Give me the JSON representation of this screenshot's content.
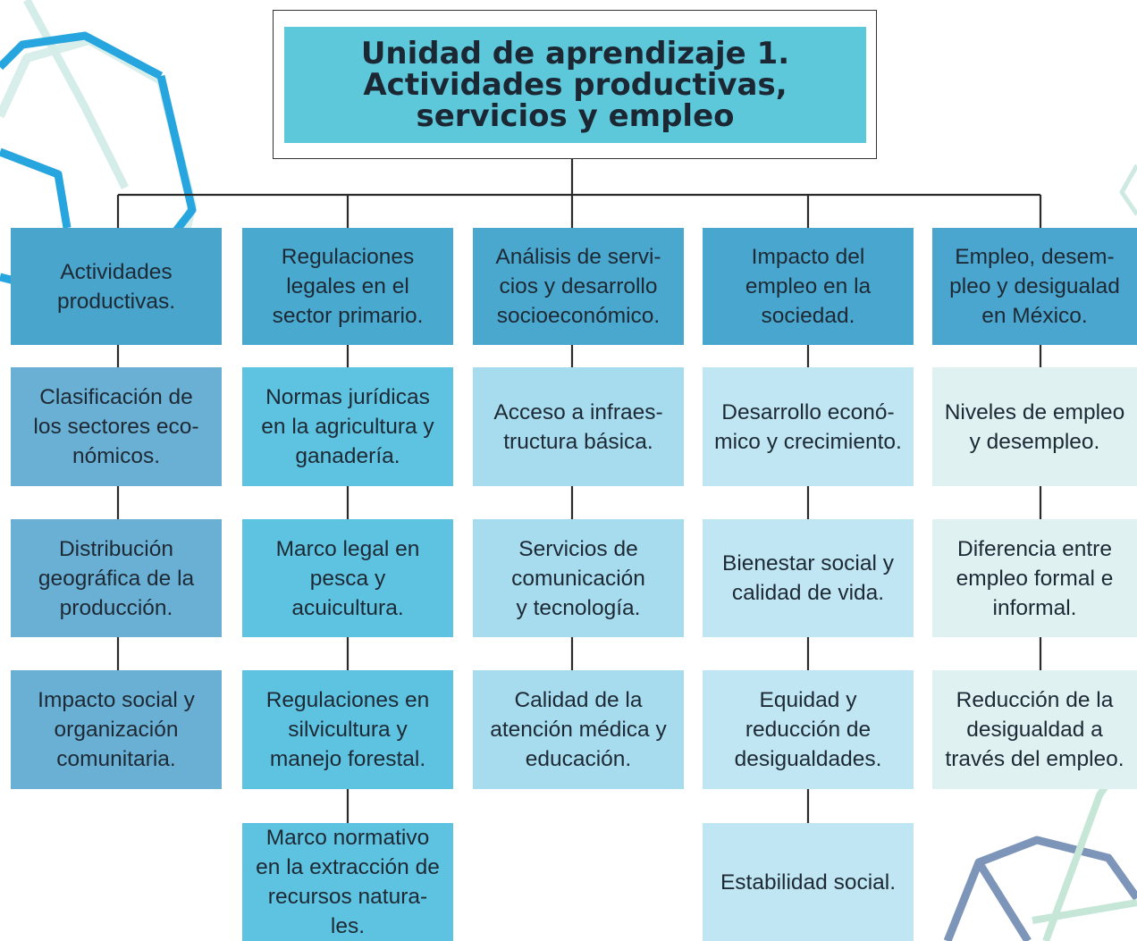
{
  "title": {
    "line1": "Unidad de aprendizaje 1.",
    "line2": "Actividades productivas,",
    "line3": "servicios y empleo"
  },
  "columns": [
    {
      "header": "Actividades\nproductivas.",
      "items": [
        "Clasificación de\nlos sectores eco-\nnómicos.",
        "Distribución\ngeográfica de la\nproducción.",
        "Impacto social y\norganización\ncomunitaria."
      ]
    },
    {
      "header": "Regulaciones\nlegales en el\nsector primario.",
      "items": [
        "Normas jurídicas\nen la agricultura y\nganadería.",
        "Marco legal en\npesca y\nacuicultura.",
        "Regulaciones en\nsilvicultura y\nmanejo forestal.",
        "Marco normativo\nen la extracción de\nrecursos natura-\nles."
      ]
    },
    {
      "header": "Análisis de servi-\ncios y desarrollo\nsocioeconómico.",
      "items": [
        "Acceso a infraes-\ntructura básica.",
        "Servicios de\ncomunicación\ny tecnología.",
        "Calidad de la\natención médica y\neducación."
      ]
    },
    {
      "header": "Impacto del\nempleo en la\nsociedad.",
      "items": [
        "Desarrollo econó-\nmico y crecimiento.",
        "Bienestar social y\ncalidad de vida.",
        "Equidad y\nreducción de\ndesigualdades.",
        "Estabilidad social."
      ]
    },
    {
      "header": "Empleo, desem-\npleo y desigualad\nen México.",
      "items": [
        "Niveles de empleo\ny desempleo.",
        "Diferencia entre\nempleo formal e\ninformal.",
        "Reducción de la\ndesigualdad a\ntravés del empleo."
      ]
    }
  ],
  "colors": {
    "title_fill": "#5ec8db",
    "connector": "#2a2a2a",
    "col1_header": "#4aa5cc",
    "col1_items": "#6ab0d4",
    "col2_header": "#49a9cf",
    "col2_items": "#5ec3e0",
    "col3_header": "#4aa8cf",
    "col3_items": "#a6dcee",
    "col4_header": "#49a7cf",
    "col4_items": "#bfe6f2",
    "col5_header": "#4aa6cf",
    "col5_items": "#dff1f1",
    "decoration_blue": "#2aa8df",
    "decoration_green": "#bfe3dc"
  }
}
